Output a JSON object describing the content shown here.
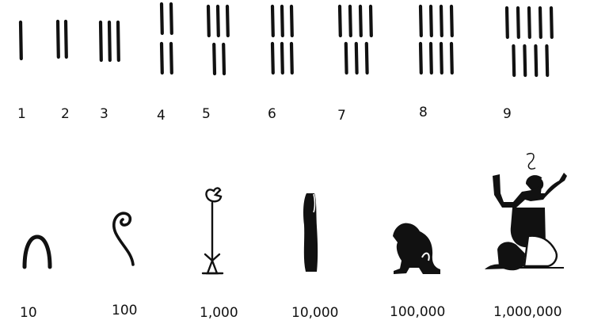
{
  "units": [
    {
      "glyph": "stroke",
      "count": 1,
      "label": "1"
    },
    {
      "glyph": "stroke",
      "count": 2,
      "label": "2"
    },
    {
      "glyph": "stroke",
      "count": 3,
      "label": "3"
    },
    {
      "glyph": "stroke",
      "count": 4,
      "label": "4"
    },
    {
      "glyph": "stroke",
      "count": 5,
      "label": "5"
    },
    {
      "glyph": "stroke",
      "count": 6,
      "label": "6"
    },
    {
      "glyph": "stroke",
      "count": 7,
      "label": "7"
    },
    {
      "glyph": "stroke",
      "count": 8,
      "label": "8"
    },
    {
      "glyph": "stroke",
      "count": 9,
      "label": "9"
    }
  ],
  "powers": [
    {
      "glyph": "heel-bone-icon",
      "label": "10"
    },
    {
      "glyph": "coil-of-rope-icon",
      "label": "100"
    },
    {
      "glyph": "lotus-plant-icon",
      "label": "1,000"
    },
    {
      "glyph": "finger-icon",
      "label": "10,000"
    },
    {
      "glyph": "frog-icon",
      "label": "100,000"
    },
    {
      "glyph": "heh-god-icon",
      "label": "1,000,000"
    }
  ],
  "ink_color": "#111111"
}
